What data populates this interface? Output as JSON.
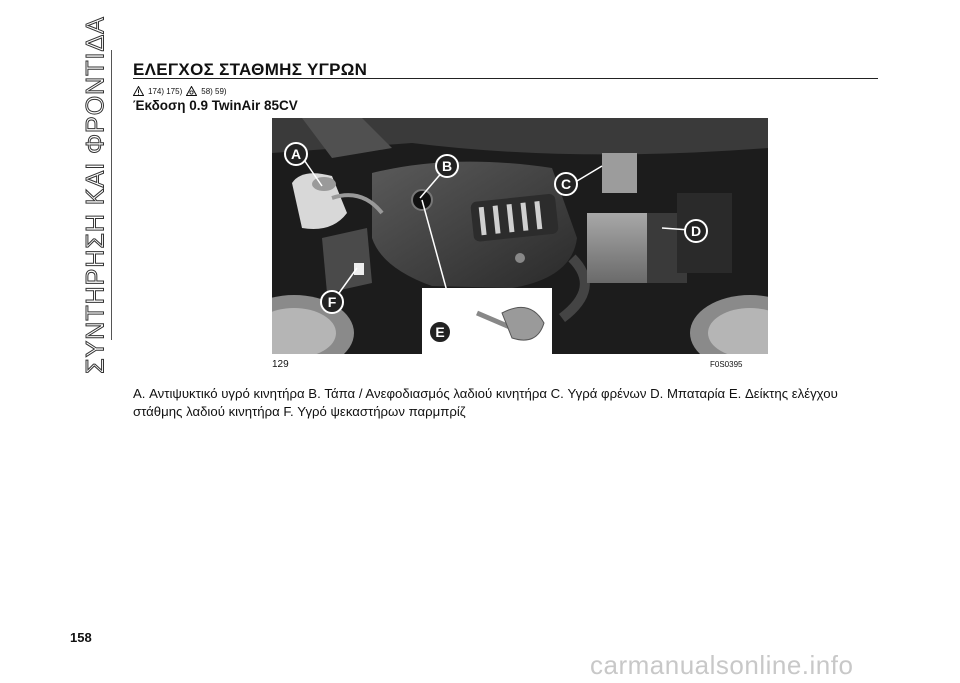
{
  "side_tab": {
    "label": "ΣΥΝΤΗΡΗΣΗ ΚΑΙ ΦΡΟΝΤΙΔΑ"
  },
  "section": {
    "title": "ΕΛΕΓΧΟΣ ΣΤΑΘΜΗΣ ΥΓΡΩΝ"
  },
  "refs": {
    "warning_refs": "174)  175)",
    "env_refs": "58)  59)",
    "warning_icon": "warning-triangle-icon",
    "env_icon": "recycle-icon"
  },
  "version": "Έκδοση 0.9 TwinAir 85CV",
  "figure": {
    "number": "129",
    "code": "F0S0395",
    "callouts": [
      "A",
      "B",
      "C",
      "D",
      "E",
      "F"
    ]
  },
  "caption": "A. Αντιψυκτικό υγρό κινητήρα B. Τάπα / Ανεφοδιασμός λαδιού κινητήρα C. Υγρά φρένων D. Μπαταρία E. Δείκτης ελέγχου στάθμης λαδιού κινητήρα F. Υγρό ψεκαστήρων παρμπρίζ",
  "page_number": "158",
  "watermark": "carmanualsonline.info"
}
